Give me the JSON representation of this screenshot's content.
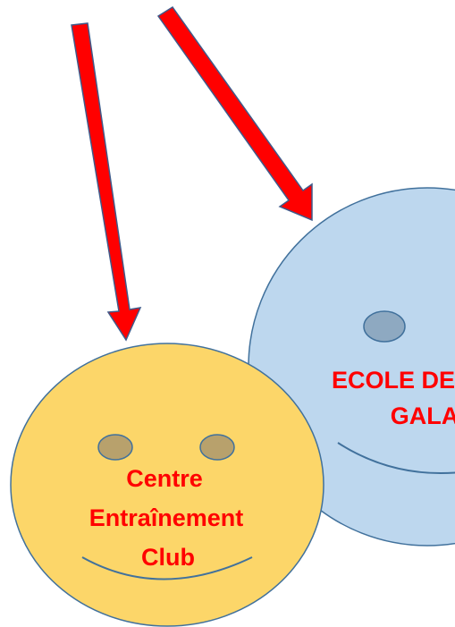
{
  "colors": {
    "background": "#ffffff",
    "arrow_fill": "#ff0000",
    "arrow_stroke": "#3f5a8a",
    "yellow_face_fill": "#fcd669",
    "blue_face_fill": "#bdd7ee",
    "face_stroke": "#41719c",
    "yellow_eye_fill": "#b8a16c",
    "blue_eye_fill": "#8ea9c1",
    "label_color": "#ff0000"
  },
  "arrows": [
    {
      "name": "left-arrow",
      "direction": "down"
    },
    {
      "name": "right-arrow",
      "direction": "down-right"
    }
  ],
  "faces": [
    {
      "name": "yellow-smiley-face",
      "expression": "smile",
      "label_lines": [
        "Centre",
        "Entraînement",
        "Club"
      ]
    },
    {
      "name": "blue-smiley-face",
      "expression": "smile",
      "label_lines": [
        "ECOLE DE",
        "GALA"
      ]
    }
  ]
}
